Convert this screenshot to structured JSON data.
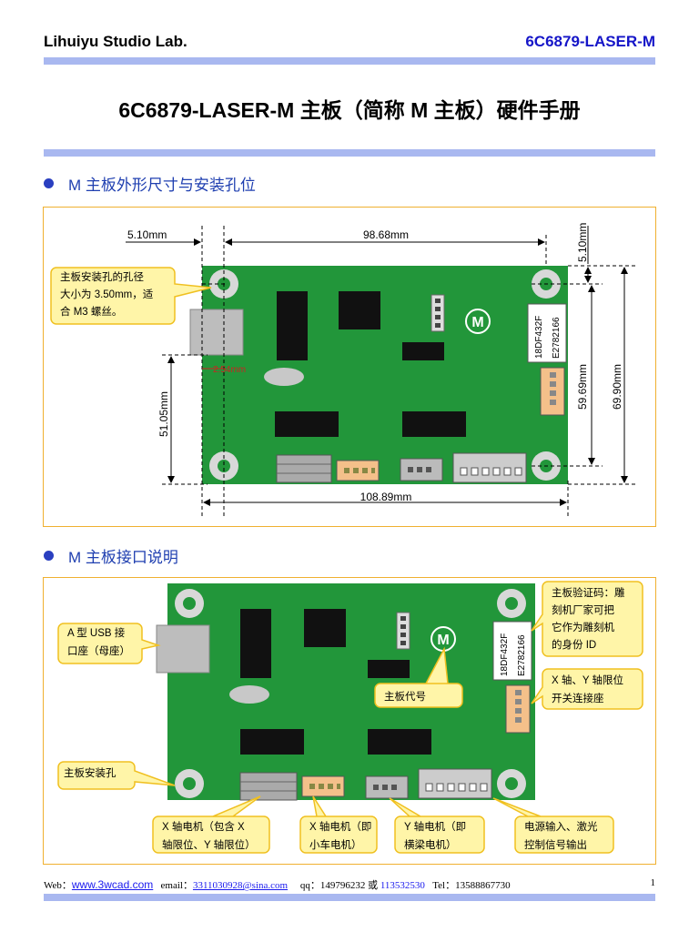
{
  "header": {
    "left": "Lihuiyu Studio Lab.",
    "right": "6C6879-LASER-M"
  },
  "title": "6C6879-LASER-M 主板（简称 M 主板）硬件手册",
  "section1": {
    "heading": "M 主板外形尺寸与安装孔位",
    "dims": {
      "left_offset": "5.10mm",
      "hole_span_x": "98.68mm",
      "top_offset": "5.10mm",
      "hole_span_y": "59.69mm",
      "board_height": "69.90mm",
      "board_width": "108.89mm",
      "usb_height": "51.05mm",
      "red_note": "2.54mm"
    },
    "callout_hole": [
      "主板安装孔的孔径",
      "大小为 3.50mm，适",
      "合 M3 螺丝。"
    ],
    "chip_label": [
      "18DF432F",
      "E2782166"
    ],
    "logo": "M"
  },
  "section2": {
    "heading": "M 主板接口说明",
    "chip_label": [
      "18DF432F",
      "E2782166"
    ],
    "logo": "M",
    "callouts": {
      "usb": [
        "A 型 USB 接",
        "口座（母座）"
      ],
      "verify": [
        "主板验证码：雕",
        "刻机厂家可把",
        "它作为雕刻机",
        "的身份 ID"
      ],
      "limit": [
        "X 轴、Y 轴限位",
        "开关连接座"
      ],
      "board_code": "主板代号",
      "mount_hole": "主板安装孔",
      "x_motor": [
        "X 轴电机（包含 X",
        "轴限位、Y 轴限位）"
      ],
      "x_motor2": [
        "X 轴电机（即",
        "小车电机）"
      ],
      "y_motor": [
        "Y 轴电机（即",
        "横梁电机）"
      ],
      "power": [
        "电源输入、激光",
        "控制信号输出"
      ]
    }
  },
  "footer": {
    "web_label": "Web：",
    "web": "www.3wcad.com",
    "email_label": "email：",
    "email": "3311030928@sina.com",
    "qq_label": "qq：149796232 或",
    "qq2": "113532530",
    "tel": "Tel：13588867730",
    "page": "1"
  },
  "colors": {
    "board": "#22963a",
    "accent": "#1515c8",
    "callout_fill": "#fff5a8",
    "callout_border": "#f0c020",
    "rule": "#a9b8f0"
  }
}
